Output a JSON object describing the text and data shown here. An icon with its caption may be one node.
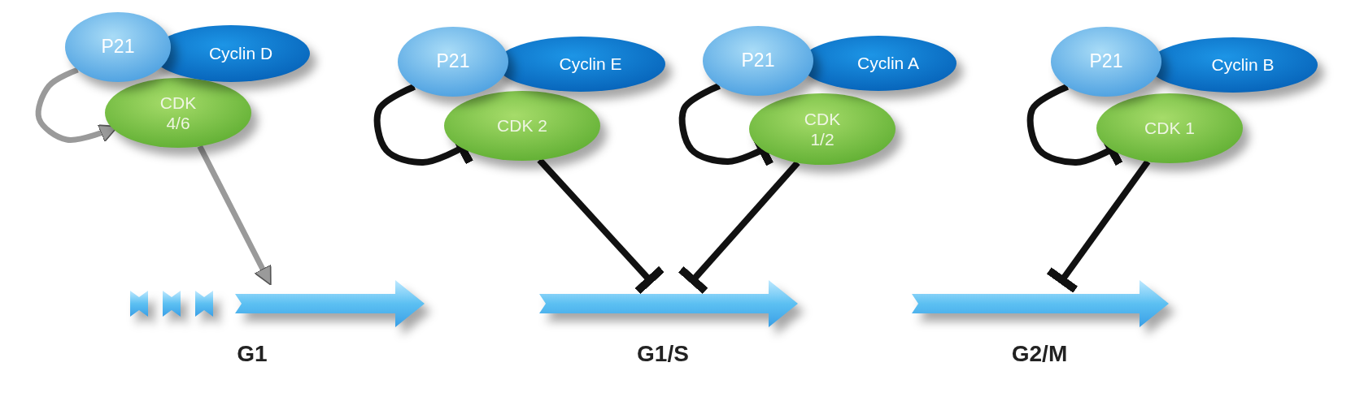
{
  "diagram": {
    "nodes": [
      {
        "text": [
          "P21"
        ]
      },
      {
        "text": [
          "Cyclin D"
        ]
      },
      {
        "text": [
          "CDK 4/6"
        ]
      },
      {
        "text": [
          "P21"
        ]
      },
      {
        "text": [
          "Cyclin E"
        ]
      },
      {
        "text": [
          "CDK 2"
        ]
      },
      {
        "text": [
          "P21"
        ]
      },
      {
        "text": [
          "Cyclin A"
        ]
      },
      {
        "text": [
          "CDK 1/2"
        ]
      },
      {
        "text": [
          "P21"
        ]
      },
      {
        "text": [
          "Cyclin B"
        ]
      },
      {
        "text": [
          "CDK 1"
        ]
      },
      {
        "text": [],
        "shape": "arrow",
        "beside": [
          "G1"
        ]
      },
      {
        "text": [],
        "shape": "arrow",
        "beside": [
          "G1/S"
        ]
      },
      {
        "text": [],
        "shape": "arrow",
        "beside": [
          "G2/M"
        ]
      }
    ],
    "edges": [
      {
        "from": 0,
        "to": 2,
        "arrow": "to",
        "color": "#9a9a9a"
      },
      {
        "from": 2,
        "to": 12,
        "arrow": "to",
        "color": "#9a9a9a"
      },
      {
        "from": 3,
        "to": 5,
        "arrow": "other"
      },
      {
        "from": 5,
        "to": 13,
        "arrow": "other"
      },
      {
        "from": 6,
        "to": 8,
        "arrow": "other"
      },
      {
        "from": 8,
        "to": 13,
        "arrow": "other"
      },
      {
        "from": 9,
        "to": 11,
        "arrow": "other"
      },
      {
        "from": 11,
        "to": 14,
        "arrow": "other"
      }
    ]
  }
}
